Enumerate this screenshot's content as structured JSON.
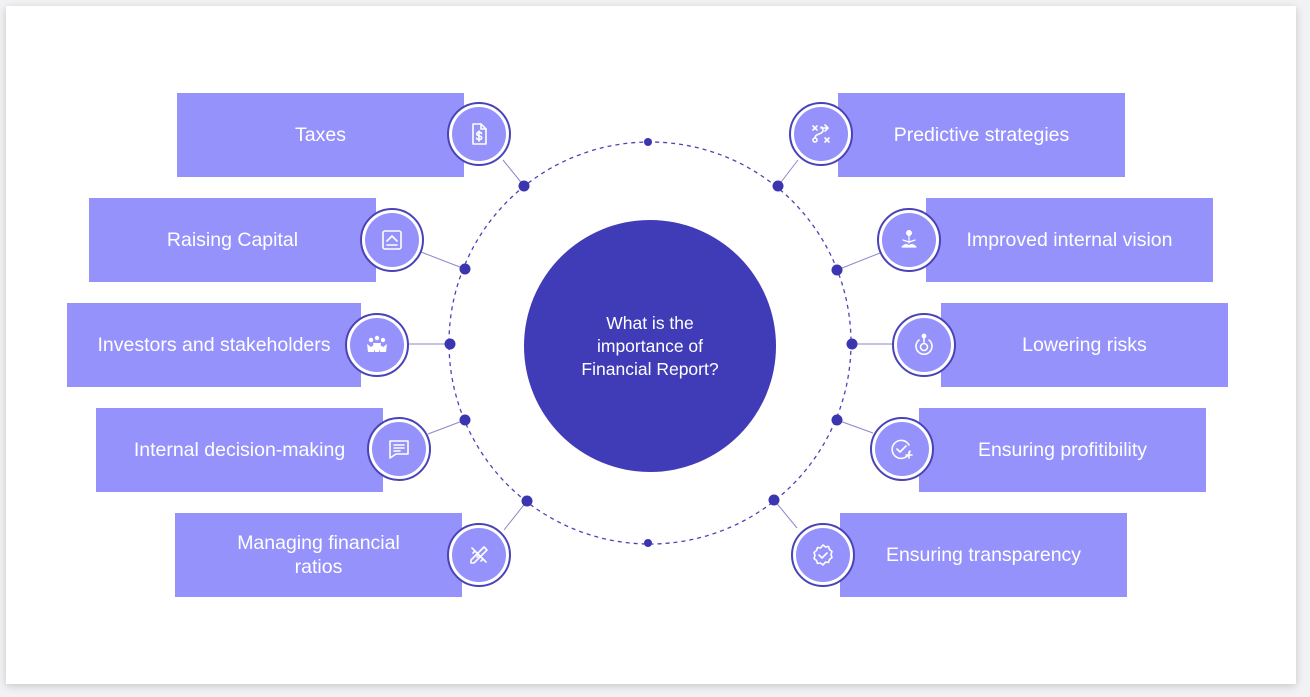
{
  "diagram": {
    "center_text": "What is the importance of Financial Report?",
    "colors": {
      "box": "#9592fb",
      "center": "#403bb7",
      "ring": "#4a43b8",
      "dot": "#3b36b0",
      "dashed_circle": "#4a43b8"
    },
    "left_items": [
      {
        "label": "Taxes",
        "icon": "dollar-document-icon"
      },
      {
        "label": "Raising Capital",
        "icon": "chart-up-icon"
      },
      {
        "label": "Investors and stakeholders",
        "icon": "people-group-icon"
      },
      {
        "label": "Internal decision-making",
        "icon": "message-icon"
      },
      {
        "label": "Managing financial ratios",
        "icon": "pencil-ruler-icon"
      }
    ],
    "right_items": [
      {
        "label": "Predictive strategies",
        "icon": "strategy-path-icon"
      },
      {
        "label": "Improved internal vision",
        "icon": "meditation-icon"
      },
      {
        "label": "Lowering risks",
        "icon": "risk-target-icon"
      },
      {
        "label": "Ensuring profitibility",
        "icon": "check-plus-icon"
      },
      {
        "label": "Ensuring transparency",
        "icon": "verified-badge-icon"
      }
    ]
  }
}
